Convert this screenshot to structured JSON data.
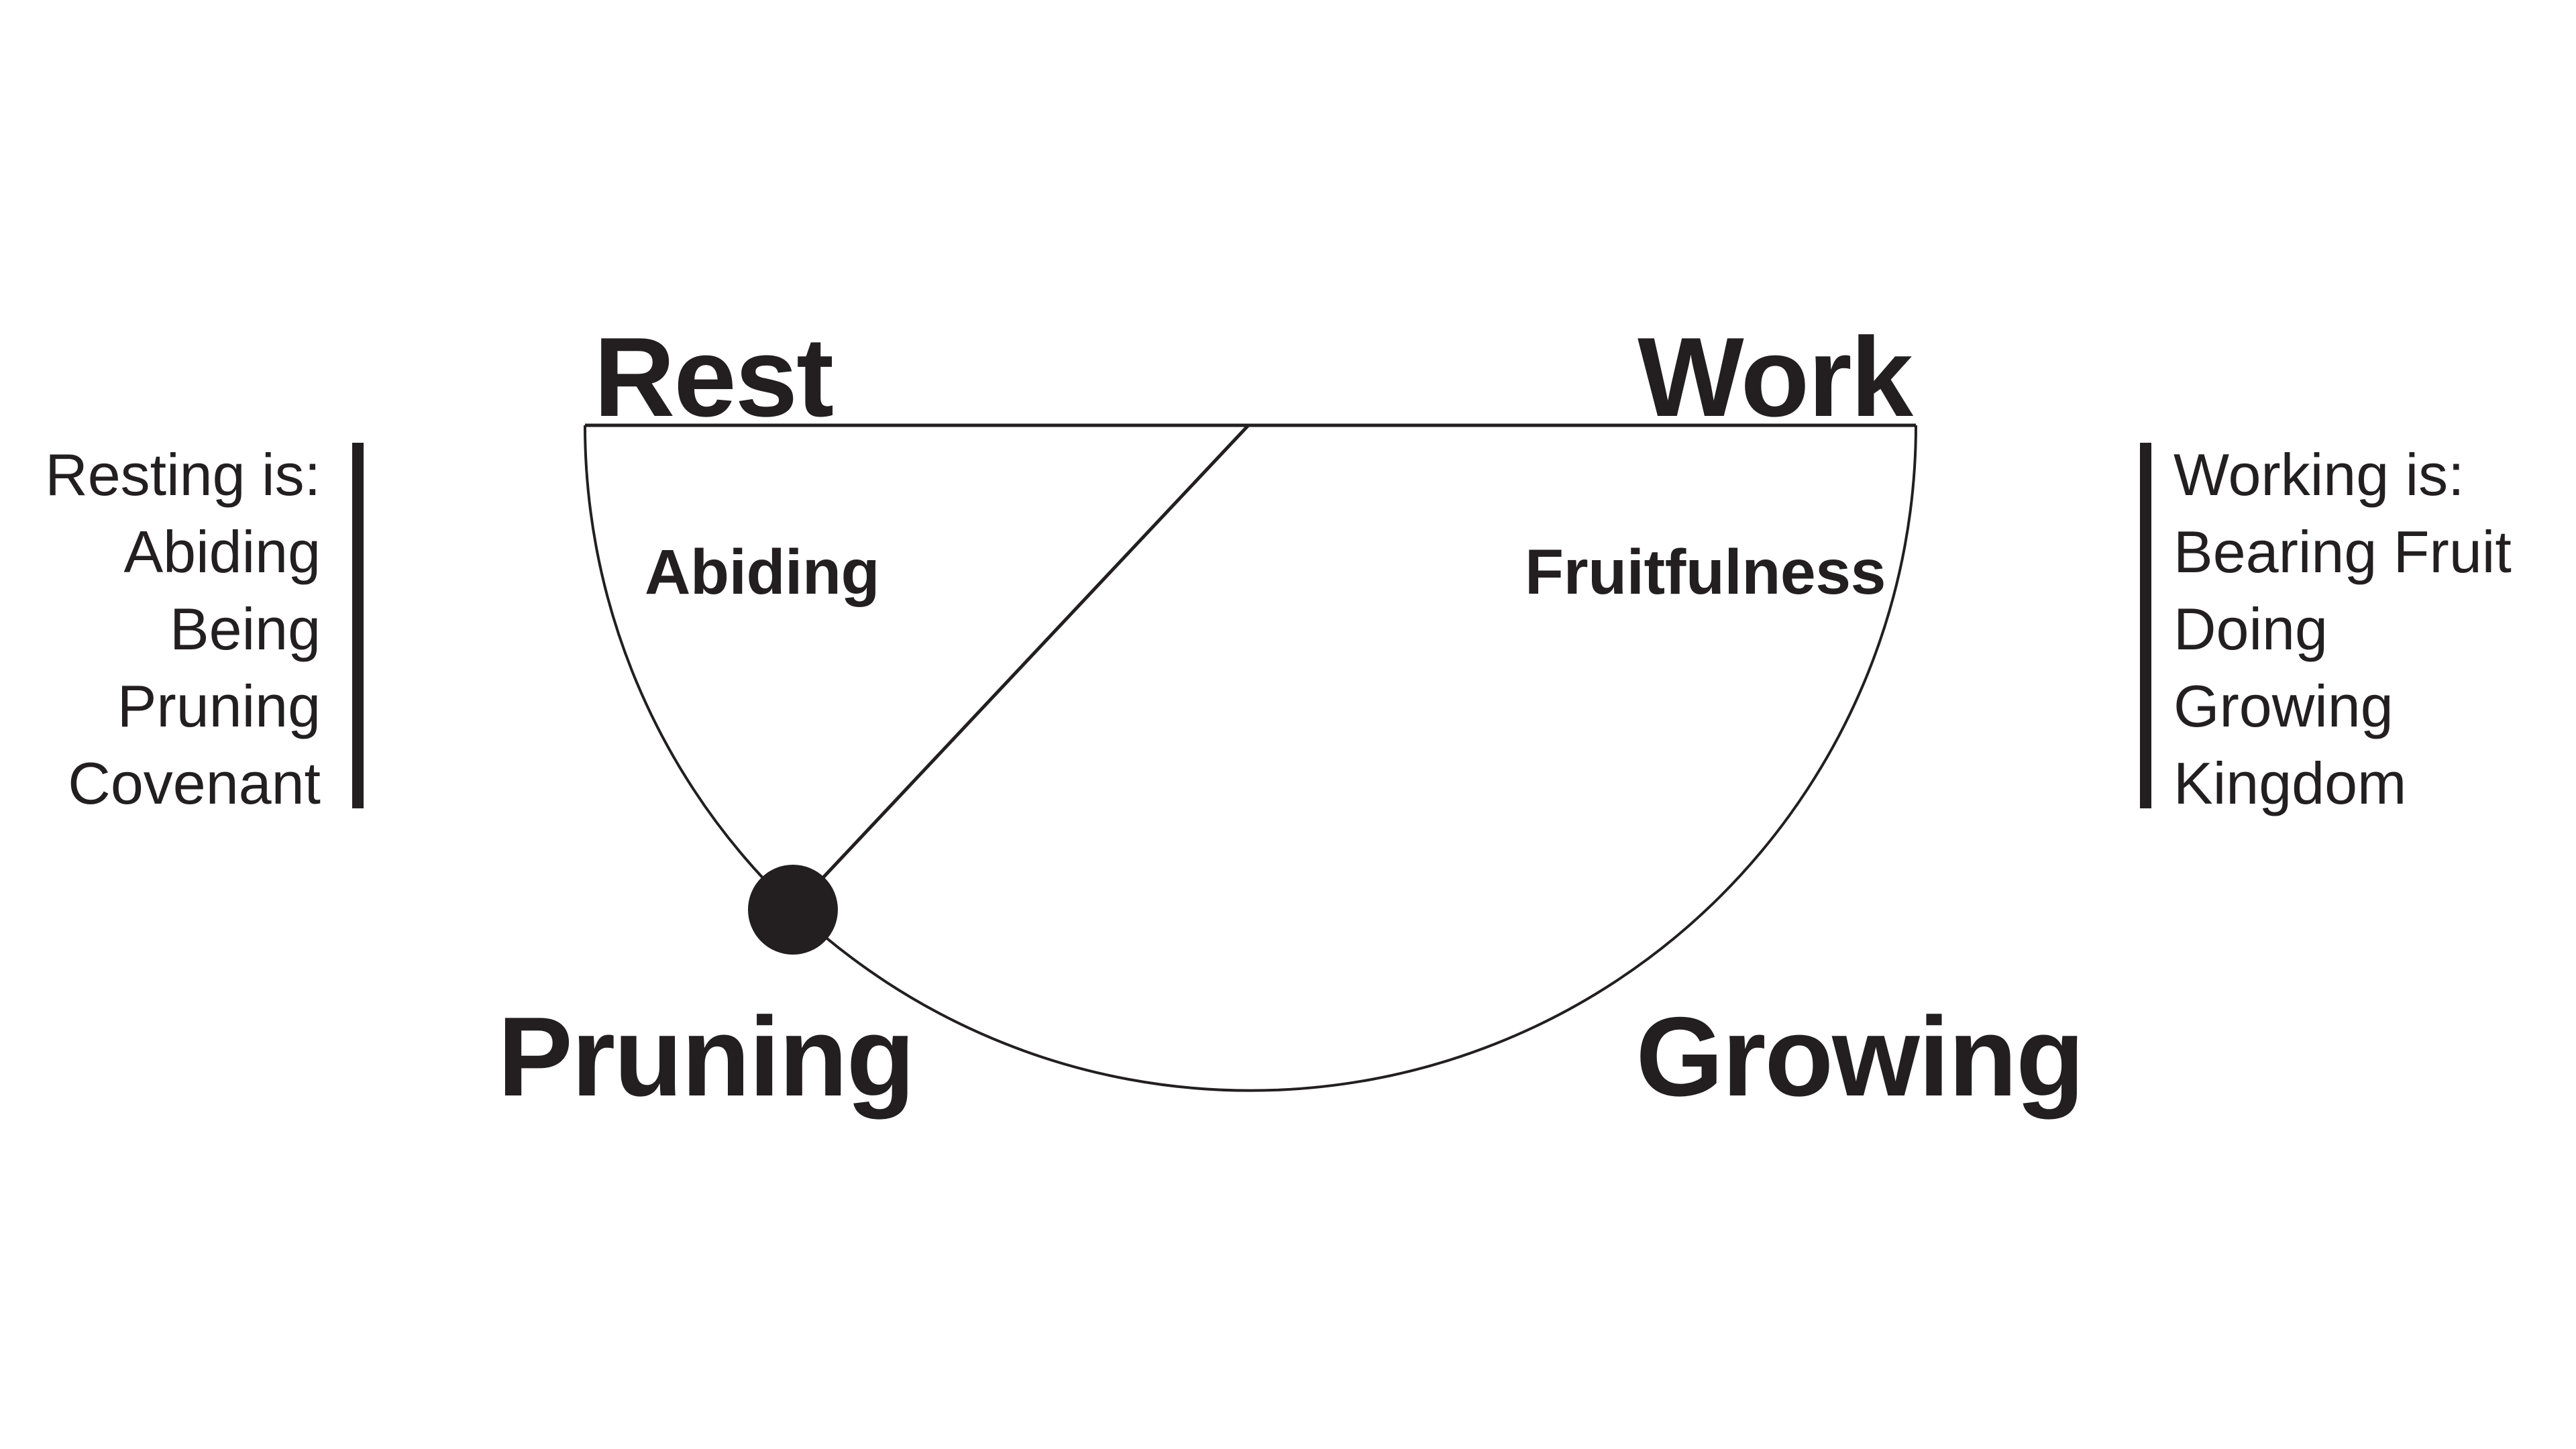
{
  "colors": {
    "ink": "#231f20",
    "background": "#ffffff"
  },
  "diagram": {
    "top_left_label": "Rest",
    "top_right_label": "Work",
    "inner_left_label": "Abiding",
    "inner_right_label": "Fruitfulness",
    "bottom_left_label": "Pruning",
    "bottom_right_label": "Growing"
  },
  "left_panel": {
    "title": "Resting is:",
    "items": [
      "Abiding",
      "Being",
      "Pruning",
      "Covenant"
    ]
  },
  "right_panel": {
    "title": "Working is:",
    "items": [
      "Bearing Fruit",
      "Doing",
      "Growing",
      "Kingdom"
    ]
  }
}
